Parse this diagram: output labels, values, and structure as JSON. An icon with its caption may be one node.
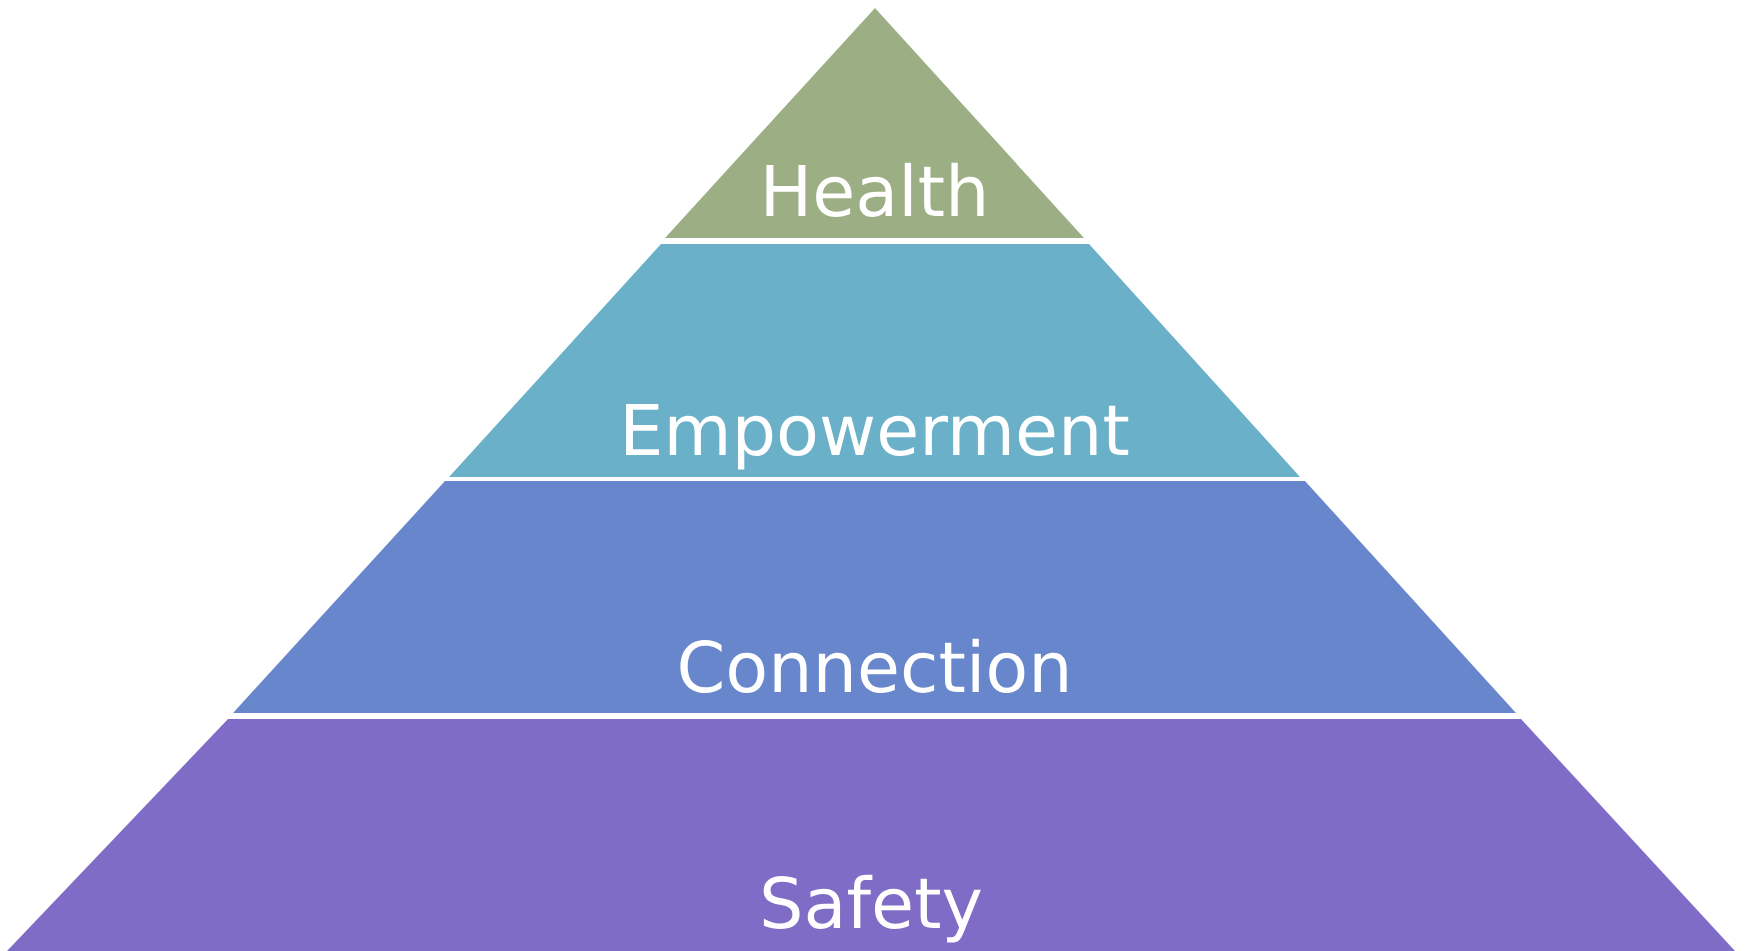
{
  "diagram": {
    "nodes": [
      {
        "text": [
          "Health"
        ]
      },
      {
        "text": [
          "Empowerment"
        ]
      },
      {
        "text": [
          "Connection"
        ]
      },
      {
        "text": [
          "Safety"
        ]
      }
    ]
  }
}
